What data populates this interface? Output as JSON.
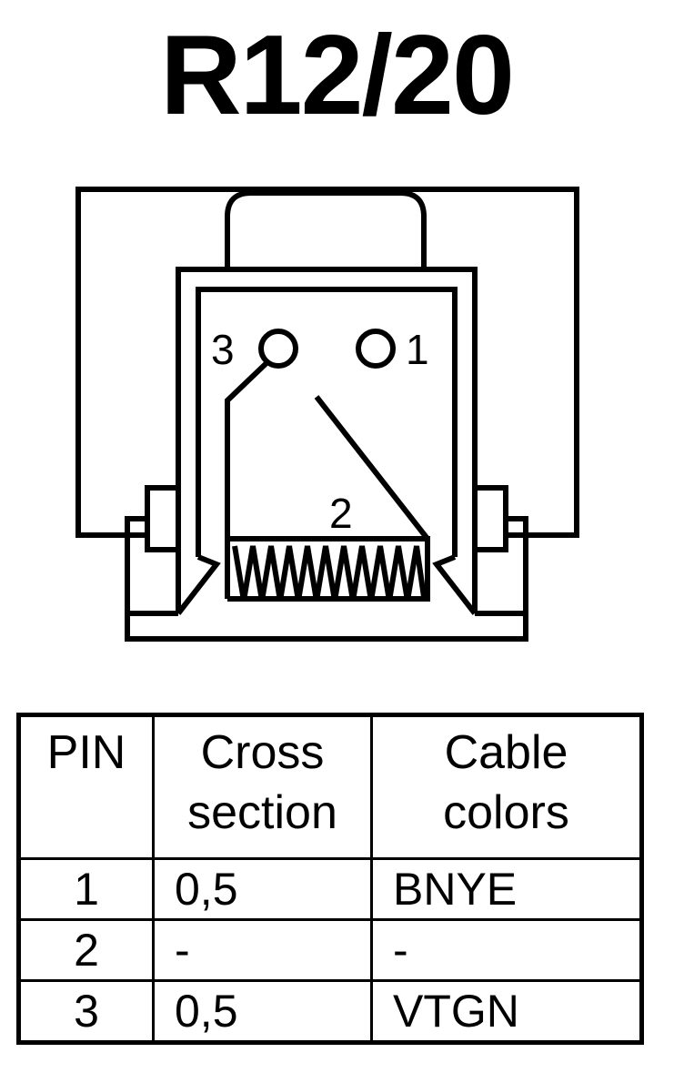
{
  "title": "R12/20",
  "connector": {
    "pin_labels": [
      "3",
      "1",
      "2"
    ]
  },
  "table": {
    "headers": [
      [
        "PIN"
      ],
      [
        "Cross",
        "section"
      ],
      [
        "Cable",
        "colors"
      ]
    ],
    "rows": [
      {
        "pin": "1",
        "cross_section": "0,5",
        "color": "BNYE"
      },
      {
        "pin": "2",
        "cross_section": "-",
        "color": "-"
      },
      {
        "pin": "3",
        "cross_section": "0,5",
        "color": "VTGN"
      }
    ]
  }
}
